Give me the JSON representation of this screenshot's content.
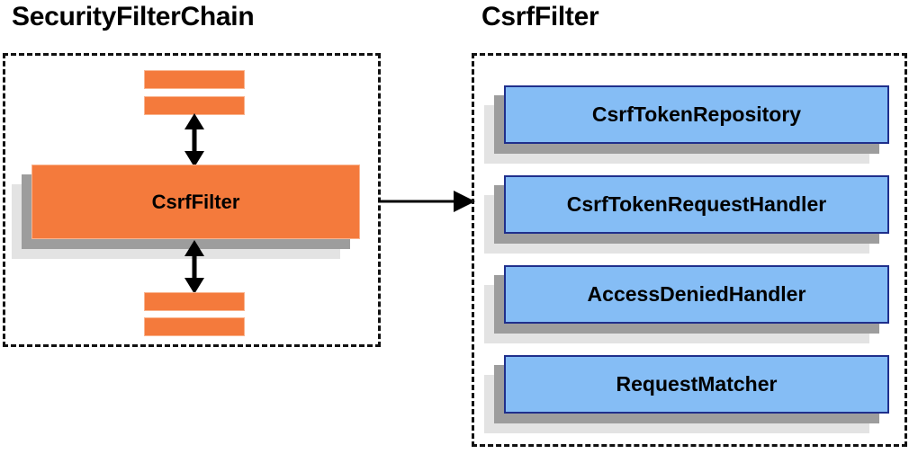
{
  "diagram": {
    "type": "component-relationship-diagram",
    "background_color": "#ffffff",
    "palette": {
      "orange_fill": "#f47a3c",
      "orange_border": "#f9b48f",
      "blue_fill": "#85bdf5",
      "blue_border": "#1f2f8c",
      "shadow_near": "#9d9d9d",
      "shadow_far": "#e3e3e3",
      "outline": "#111111",
      "text": "#000000"
    },
    "panels": [
      {
        "id": "security-filter-chain",
        "title": "SecurityFilterChain",
        "border_style": "dashed",
        "nodes": [
          {
            "id": "filter-above-2",
            "label": "",
            "style": "orange-bar"
          },
          {
            "id": "filter-above-1",
            "label": "",
            "style": "orange-bar"
          },
          {
            "id": "csrf-filter",
            "label": "CsrfFilter",
            "style": "orange-box"
          },
          {
            "id": "filter-below-1",
            "label": "",
            "style": "orange-bar"
          },
          {
            "id": "filter-below-2",
            "label": "",
            "style": "orange-bar"
          }
        ],
        "connectors": [
          {
            "id": "above-link",
            "from": "filter-above-1",
            "to": "csrf-filter",
            "type": "double-arrow-vertical"
          },
          {
            "id": "below-link",
            "from": "csrf-filter",
            "to": "filter-below-1",
            "type": "double-arrow-vertical"
          }
        ]
      },
      {
        "id": "csrf-filter-detail",
        "title": "CsrfFilter",
        "border_style": "dashed",
        "nodes": [
          {
            "id": "csrf-token-repository",
            "label": "CsrfTokenRepository",
            "style": "blue-box"
          },
          {
            "id": "csrf-token-request-handler",
            "label": "CsrfTokenRequestHandler",
            "style": "blue-box"
          },
          {
            "id": "access-denied-handler",
            "label": "AccessDeniedHandler",
            "style": "blue-box"
          },
          {
            "id": "request-matcher",
            "label": "RequestMatcher",
            "style": "blue-box"
          }
        ]
      }
    ],
    "cross_panel_connector": {
      "id": "expansion-arrow",
      "from": "security-filter-chain",
      "to": "csrf-filter-detail",
      "type": "single-arrow-right",
      "label": ""
    }
  }
}
